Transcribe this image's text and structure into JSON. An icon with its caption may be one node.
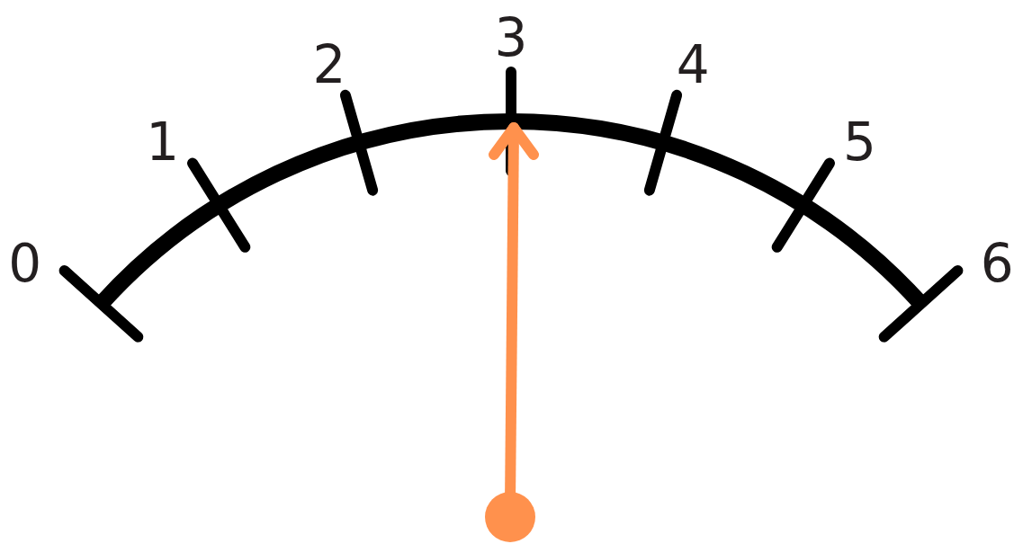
{
  "diagram": {
    "labels": [
      "0",
      "1",
      "2",
      "3",
      "4",
      "5",
      "6"
    ]
  }
}
